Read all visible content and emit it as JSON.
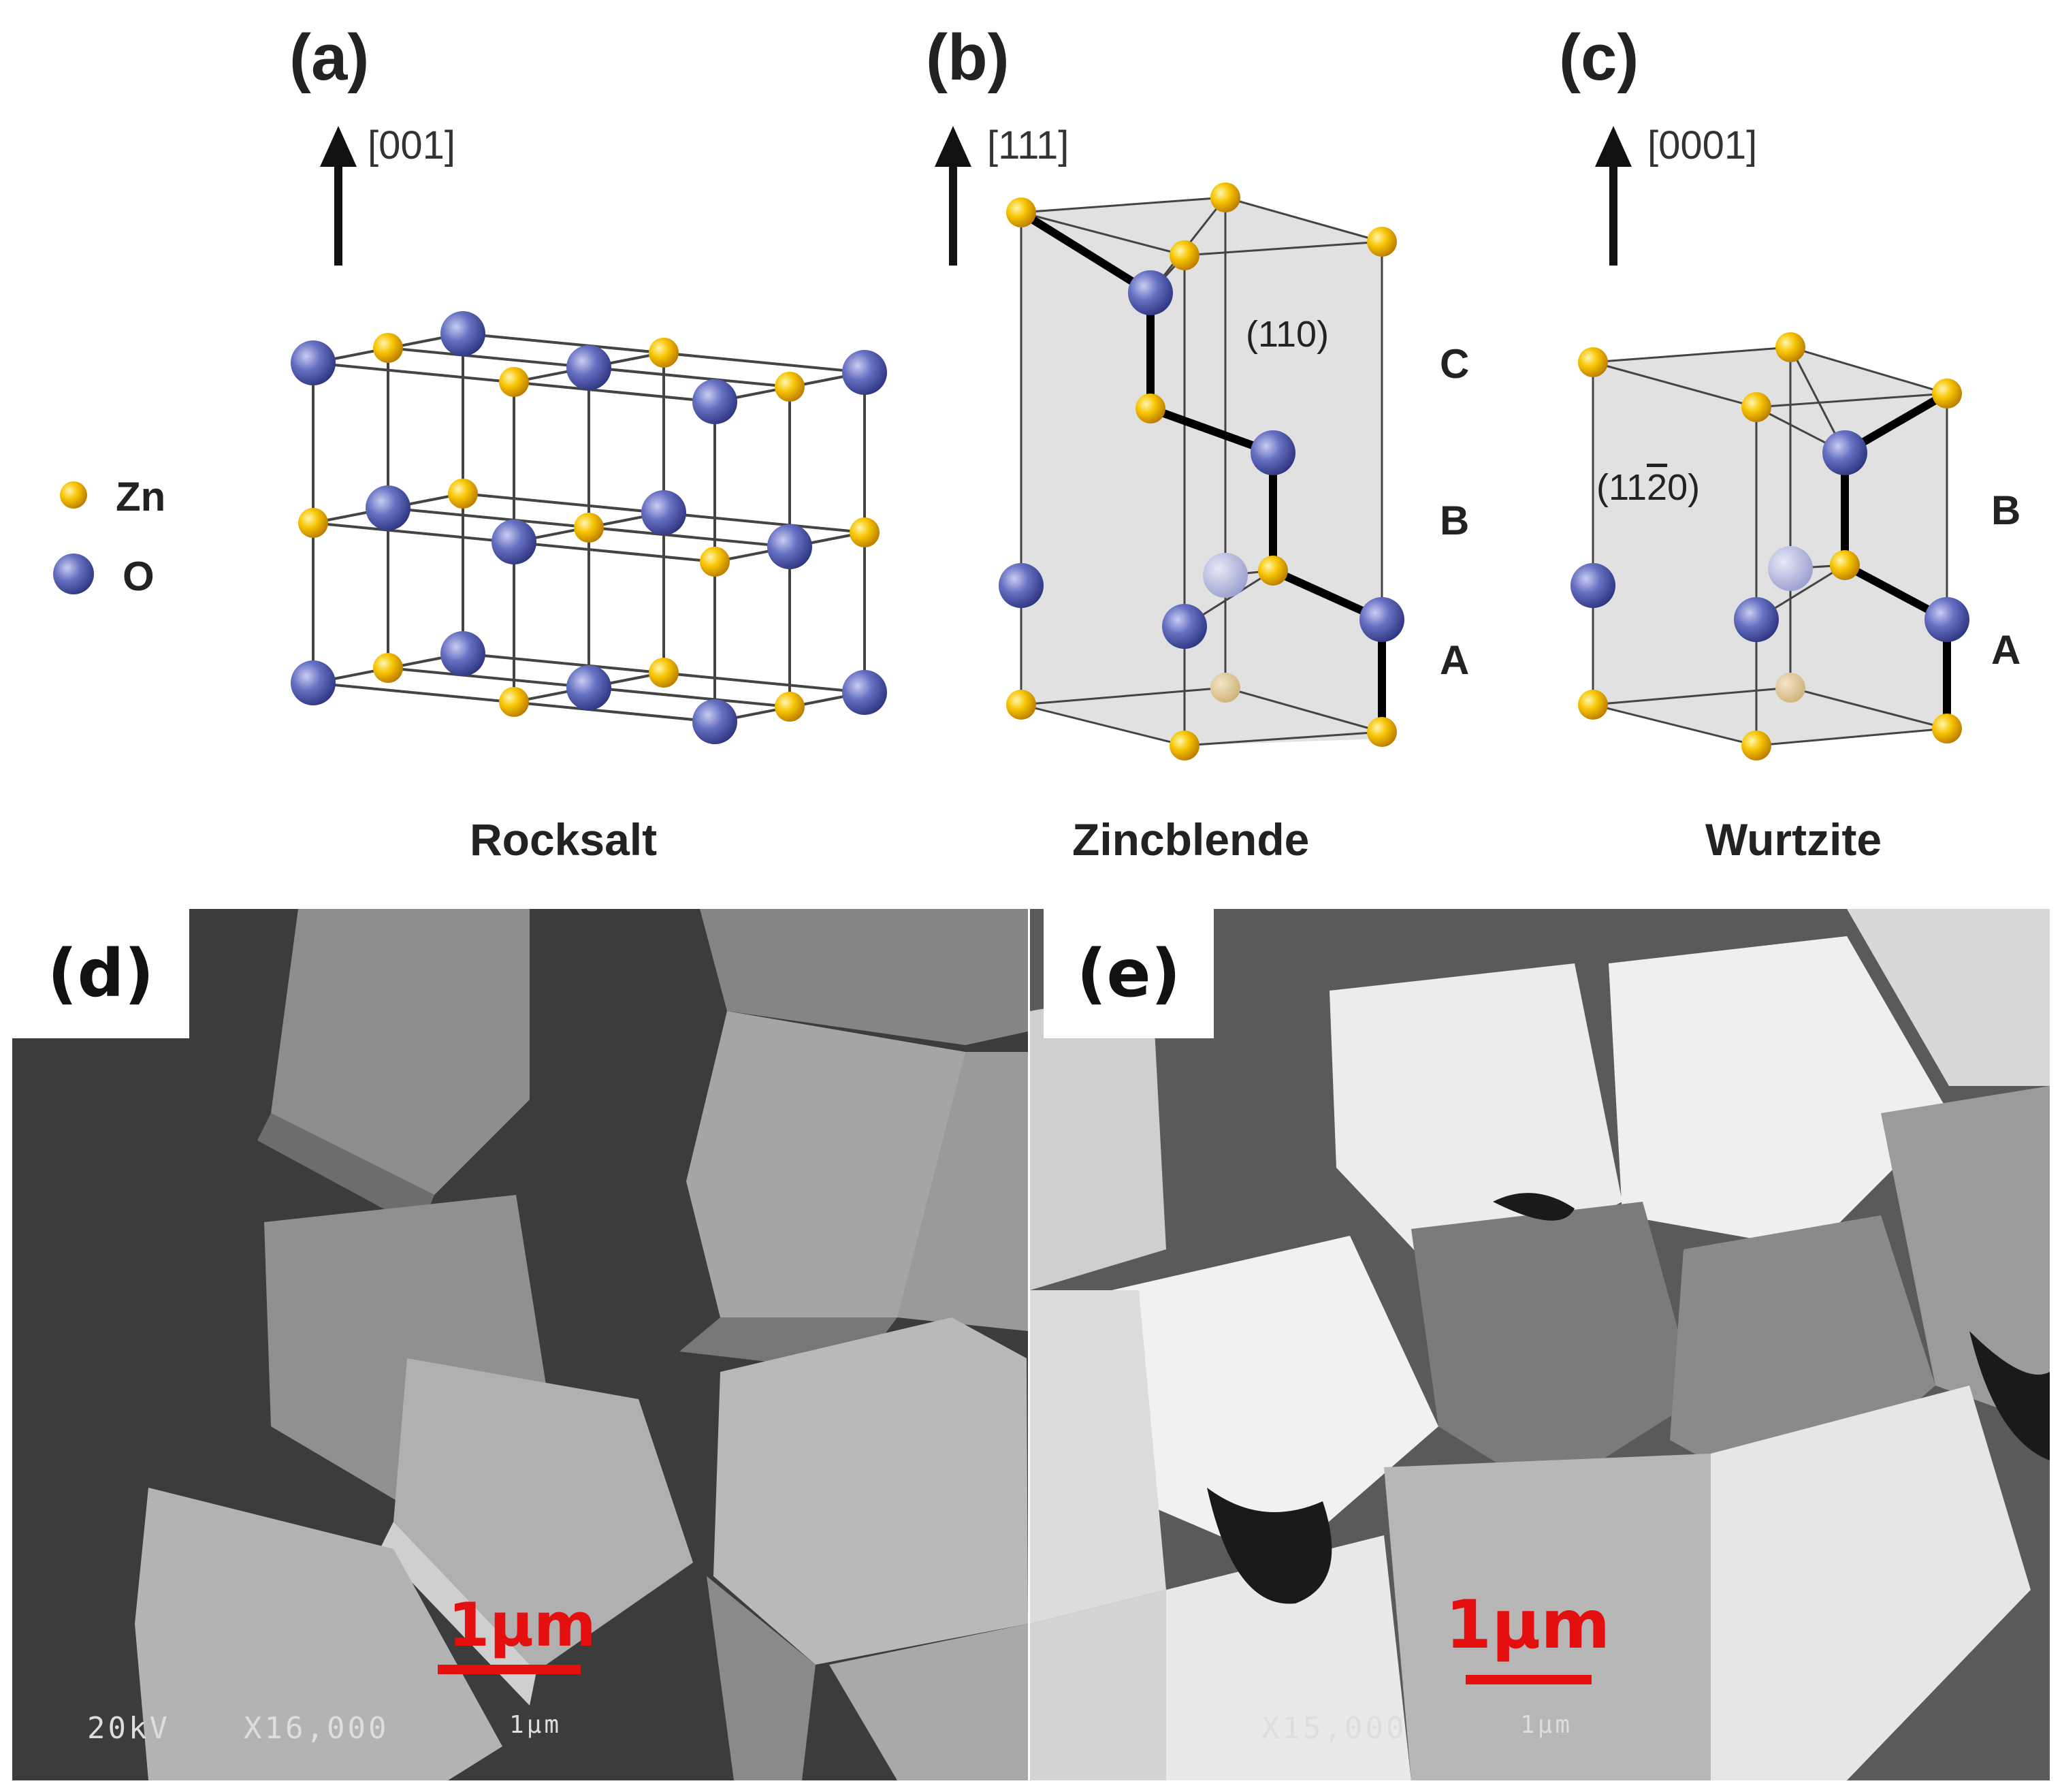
{
  "colors": {
    "zn": "#f3b600",
    "o": "#5a64b8",
    "scale": "#e41010",
    "plane_shade": "#d9d9d9"
  },
  "legend": {
    "zn_label": "Zn",
    "o_label": "O"
  },
  "panel_a": {
    "letter": "(a)",
    "direction": "[001]",
    "name": "Rocksalt"
  },
  "panel_b": {
    "letter": "(b)",
    "direction": "[111]",
    "name": "Zincblende",
    "plane": "(110)",
    "layers": [
      "C",
      "B",
      "A"
    ]
  },
  "panel_c": {
    "letter": "(c)",
    "direction": "[0001]",
    "name": "Wurtzite",
    "plane_pre": "(11",
    "plane_bar": "2",
    "plane_post": "0)",
    "layers": [
      "B",
      "A"
    ]
  },
  "panel_d": {
    "letter": "(d)",
    "scale_label": "1µm",
    "footer_voltage": "20kV",
    "footer_mag": "X16,000",
    "footer_scale": "1µm"
  },
  "panel_e": {
    "letter": "(e)",
    "scale_label": "1µm",
    "footer_mag": "X15,000",
    "footer_scale": "1µm"
  }
}
